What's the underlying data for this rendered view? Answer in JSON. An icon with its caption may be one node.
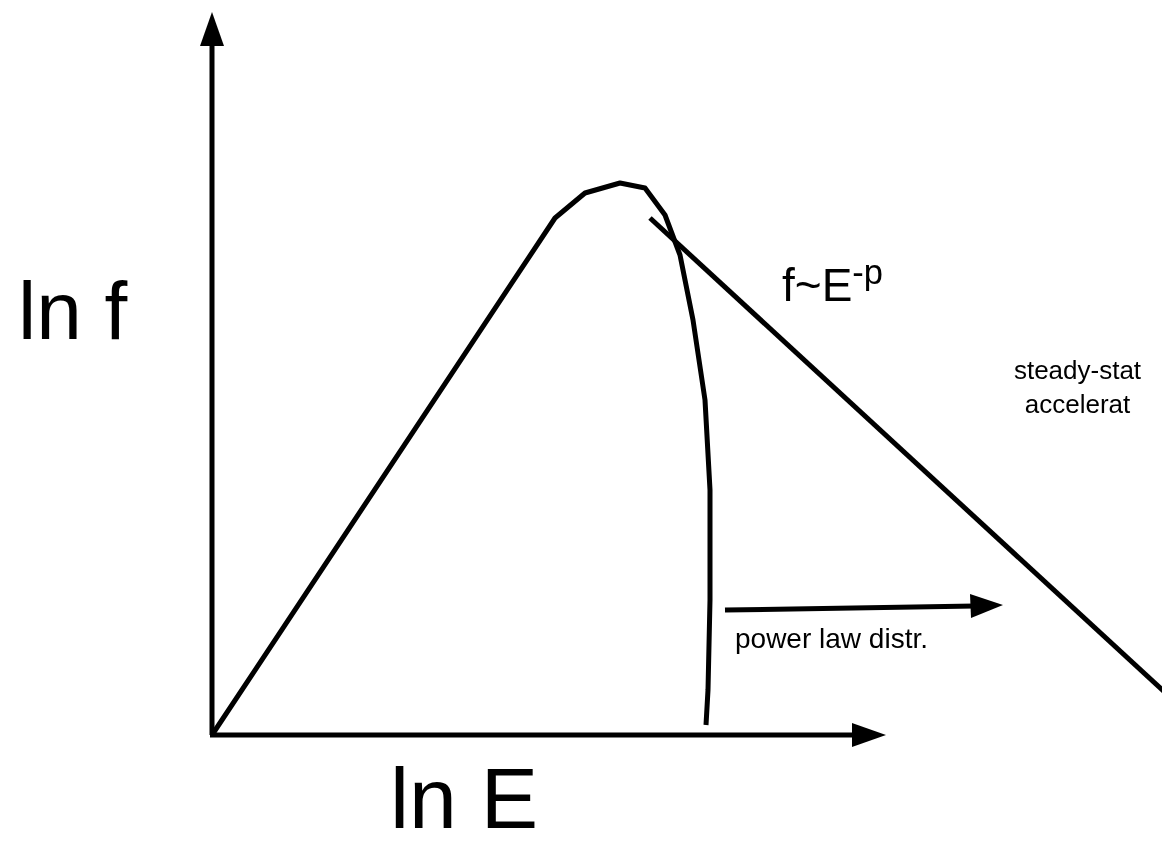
{
  "diagram": {
    "labels": [
      "ln f",
      "f~E$^{-p}$",
      "steady-stat accelerat",
      "power law distr.",
      "ln E"
    ]
  }
}
